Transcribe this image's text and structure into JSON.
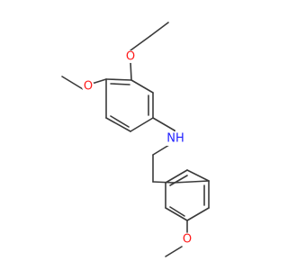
{
  "structure": {
    "atoms": [
      {
        "id": "O1",
        "label": "O",
        "color": "#ff1a1a"
      },
      {
        "id": "O2",
        "label": "O",
        "color": "#ff1a1a"
      },
      {
        "id": "N1",
        "label": "NH",
        "color": "#1f1fff"
      },
      {
        "id": "O3",
        "label": "O",
        "color": "#ff1a1a"
      }
    ],
    "bond_color": "#3a3a3a"
  }
}
